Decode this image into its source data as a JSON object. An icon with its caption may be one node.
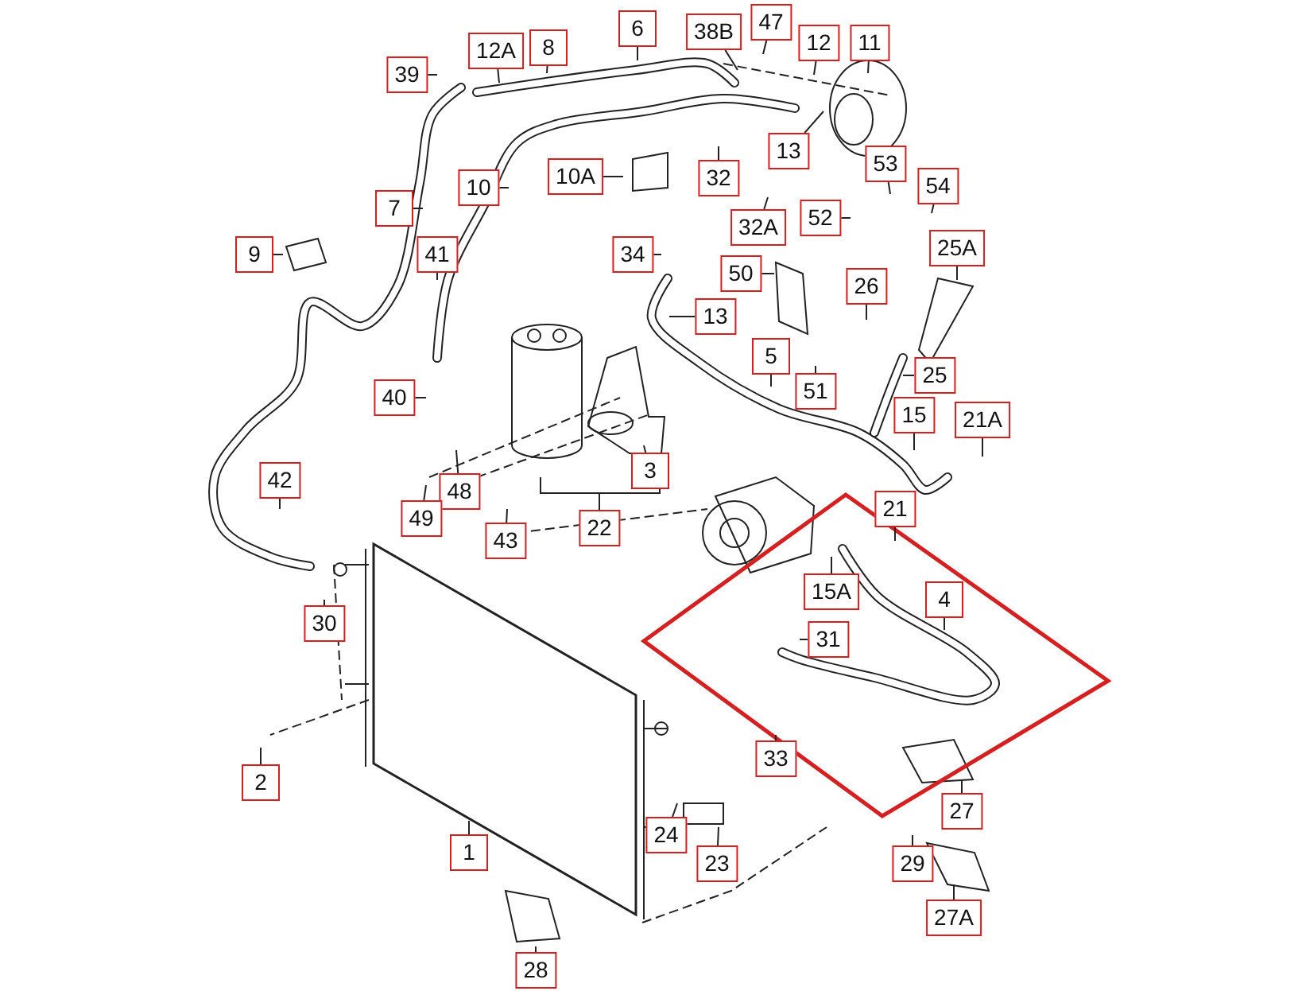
{
  "diagram": {
    "nodes": [
      {
        "text": [
          "47"
        ]
      },
      {
        "text": [
          "6"
        ]
      },
      {
        "text": [
          "38B"
        ]
      },
      {
        "text": [
          "12A"
        ]
      },
      {
        "text": [
          "8"
        ]
      },
      {
        "text": [
          "12"
        ]
      },
      {
        "text": [
          "11"
        ]
      },
      {
        "text": [
          "39"
        ]
      },
      {
        "text": [
          "13"
        ]
      },
      {
        "text": [
          "53"
        ]
      },
      {
        "text": [
          "10A"
        ]
      },
      {
        "text": [
          "32"
        ]
      },
      {
        "text": [
          "54"
        ]
      },
      {
        "text": [
          "10"
        ]
      },
      {
        "text": [
          "7"
        ]
      },
      {
        "text": [
          "52"
        ]
      },
      {
        "text": [
          "32A"
        ]
      },
      {
        "text": [
          "25A"
        ]
      },
      {
        "text": [
          "9"
        ]
      },
      {
        "text": [
          "41"
        ]
      },
      {
        "text": [
          "34"
        ]
      },
      {
        "text": [
          "50"
        ]
      },
      {
        "text": [
          "26"
        ]
      },
      {
        "text": [
          "13"
        ]
      },
      {
        "text": [
          "5"
        ]
      },
      {
        "text": [
          "25"
        ]
      },
      {
        "text": [
          "51"
        ]
      },
      {
        "text": [
          "40"
        ]
      },
      {
        "text": [
          "15"
        ]
      },
      {
        "text": [
          "21A"
        ]
      },
      {
        "text": [
          "3"
        ]
      },
      {
        "text": [
          "42"
        ]
      },
      {
        "text": [
          "48"
        ]
      },
      {
        "text": [
          "21"
        ]
      },
      {
        "text": [
          "49"
        ]
      },
      {
        "text": [
          "22"
        ]
      },
      {
        "text": [
          "43"
        ]
      },
      {
        "text": [
          "15A"
        ]
      },
      {
        "text": [
          "4"
        ]
      },
      {
        "text": [
          "30"
        ]
      },
      {
        "text": [
          "31"
        ]
      },
      {
        "text": [
          "33"
        ]
      },
      {
        "text": [
          "2"
        ]
      },
      {
        "text": [
          "27"
        ]
      },
      {
        "text": [
          "24"
        ]
      },
      {
        "text": [
          "1"
        ]
      },
      {
        "text": [
          "23"
        ]
      },
      {
        "text": [
          "29"
        ]
      },
      {
        "text": [
          "27A"
        ]
      },
      {
        "text": [
          "28"
        ]
      }
    ],
    "edges": [
      {
        "from": 0,
        "to": null,
        "arrow": "none"
      },
      {
        "from": 1,
        "to": null,
        "arrow": "none"
      },
      {
        "from": 2,
        "to": null,
        "arrow": "none"
      },
      {
        "from": 3,
        "to": null,
        "arrow": "none"
      },
      {
        "from": 4,
        "to": null,
        "arrow": "none"
      },
      {
        "from": 5,
        "to": null,
        "arrow": "none"
      },
      {
        "from": 6,
        "to": null,
        "arrow": "none"
      },
      {
        "from": 7,
        "to": null,
        "arrow": "none"
      },
      {
        "from": 8,
        "to": null,
        "arrow": "none"
      },
      {
        "from": 9,
        "to": null,
        "arrow": "none"
      },
      {
        "from": 10,
        "to": null,
        "arrow": "none"
      },
      {
        "from": 11,
        "to": null,
        "arrow": "none"
      },
      {
        "from": 12,
        "to": null,
        "arrow": "none"
      },
      {
        "from": 13,
        "to": null,
        "arrow": "none"
      },
      {
        "from": 14,
        "to": null,
        "arrow": "none"
      },
      {
        "from": 15,
        "to": null,
        "arrow": "none"
      },
      {
        "from": 16,
        "to": null,
        "arrow": "none"
      },
      {
        "from": 17,
        "to": null,
        "arrow": "none"
      },
      {
        "from": 18,
        "to": null,
        "arrow": "none"
      },
      {
        "from": 19,
        "to": null,
        "arrow": "none"
      },
      {
        "from": 20,
        "to": null,
        "arrow": "none"
      },
      {
        "from": 21,
        "to": null,
        "arrow": "none"
      },
      {
        "from": 22,
        "to": null,
        "arrow": "none"
      },
      {
        "from": 23,
        "to": null,
        "arrow": "none"
      },
      {
        "from": 24,
        "to": null,
        "arrow": "none"
      },
      {
        "from": 25,
        "to": null,
        "arrow": "none"
      },
      {
        "from": 26,
        "to": null,
        "arrow": "none"
      },
      {
        "from": 27,
        "to": null,
        "arrow": "none"
      },
      {
        "from": 28,
        "to": null,
        "arrow": "none"
      },
      {
        "from": 29,
        "to": null,
        "arrow": "none"
      },
      {
        "from": 30,
        "to": null,
        "arrow": "none"
      },
      {
        "from": 31,
        "to": null,
        "arrow": "none"
      },
      {
        "from": 32,
        "to": null,
        "arrow": "none"
      },
      {
        "from": 33,
        "to": null,
        "arrow": "none"
      },
      {
        "from": 34,
        "to": null,
        "arrow": "none"
      },
      {
        "from": 35,
        "to": null,
        "arrow": "none"
      },
      {
        "from": 36,
        "to": null,
        "arrow": "none"
      },
      {
        "from": 37,
        "to": null,
        "arrow": "none"
      },
      {
        "from": 38,
        "to": null,
        "arrow": "none"
      },
      {
        "from": 39,
        "to": null,
        "arrow": "none"
      },
      {
        "from": 40,
        "to": null,
        "arrow": "none"
      },
      {
        "from": 41,
        "to": null,
        "arrow": "none"
      },
      {
        "from": 42,
        "to": null,
        "arrow": "none"
      },
      {
        "from": 43,
        "to": null,
        "arrow": "none"
      },
      {
        "from": 44,
        "to": null,
        "arrow": "none"
      },
      {
        "from": 45,
        "to": null,
        "arrow": "none"
      },
      {
        "from": 46,
        "to": null,
        "arrow": "none"
      },
      {
        "from": 47,
        "to": null,
        "arrow": "none"
      },
      {
        "from": 48,
        "to": null,
        "arrow": "none"
      },
      {
        "from": 49,
        "to": null,
        "arrow": "none"
      }
    ]
  }
}
